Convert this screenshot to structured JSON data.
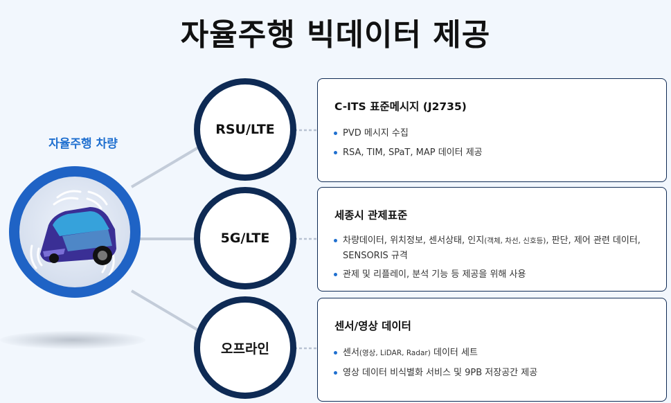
{
  "title": "자율주행 빅데이터 제공",
  "vehicle": {
    "label": "자율주행 차량"
  },
  "channels": [
    {
      "name": "RSU/LTE"
    },
    {
      "name": "5G/LTE"
    },
    {
      "name": "오프라인"
    }
  ],
  "cards": [
    {
      "title": "C-ITS 표준메시지 (J2735)",
      "items": [
        "PVD 메시지 수집",
        "RSA, TIM, SPaT, MAP 데이터 제공"
      ]
    },
    {
      "title": "세종시 관제표준",
      "items": [
        {
          "pre": "차량데이터, 위치정보, 센서상태, 인지",
          "small": "(객체, 차선, 신호등)",
          "post": ", 판단, 제어 관련 데이터, SENSORIS 규격"
        },
        "관제 및 리플레이, 분석 기능 등 제공을 위해 사용"
      ]
    },
    {
      "title": "센서/영상 데이터",
      "items": [
        {
          "pre": "센서",
          "small": "(영상, LiDAR, Radar)",
          "post": " 데이터 세트"
        },
        "영상 데이터 비식별화 서비스 및 9PB 저장공간 제공"
      ]
    }
  ],
  "colors": {
    "accent": "#1f6fcf",
    "navy": "#0e2a54",
    "highlight": "#ffe86b"
  }
}
